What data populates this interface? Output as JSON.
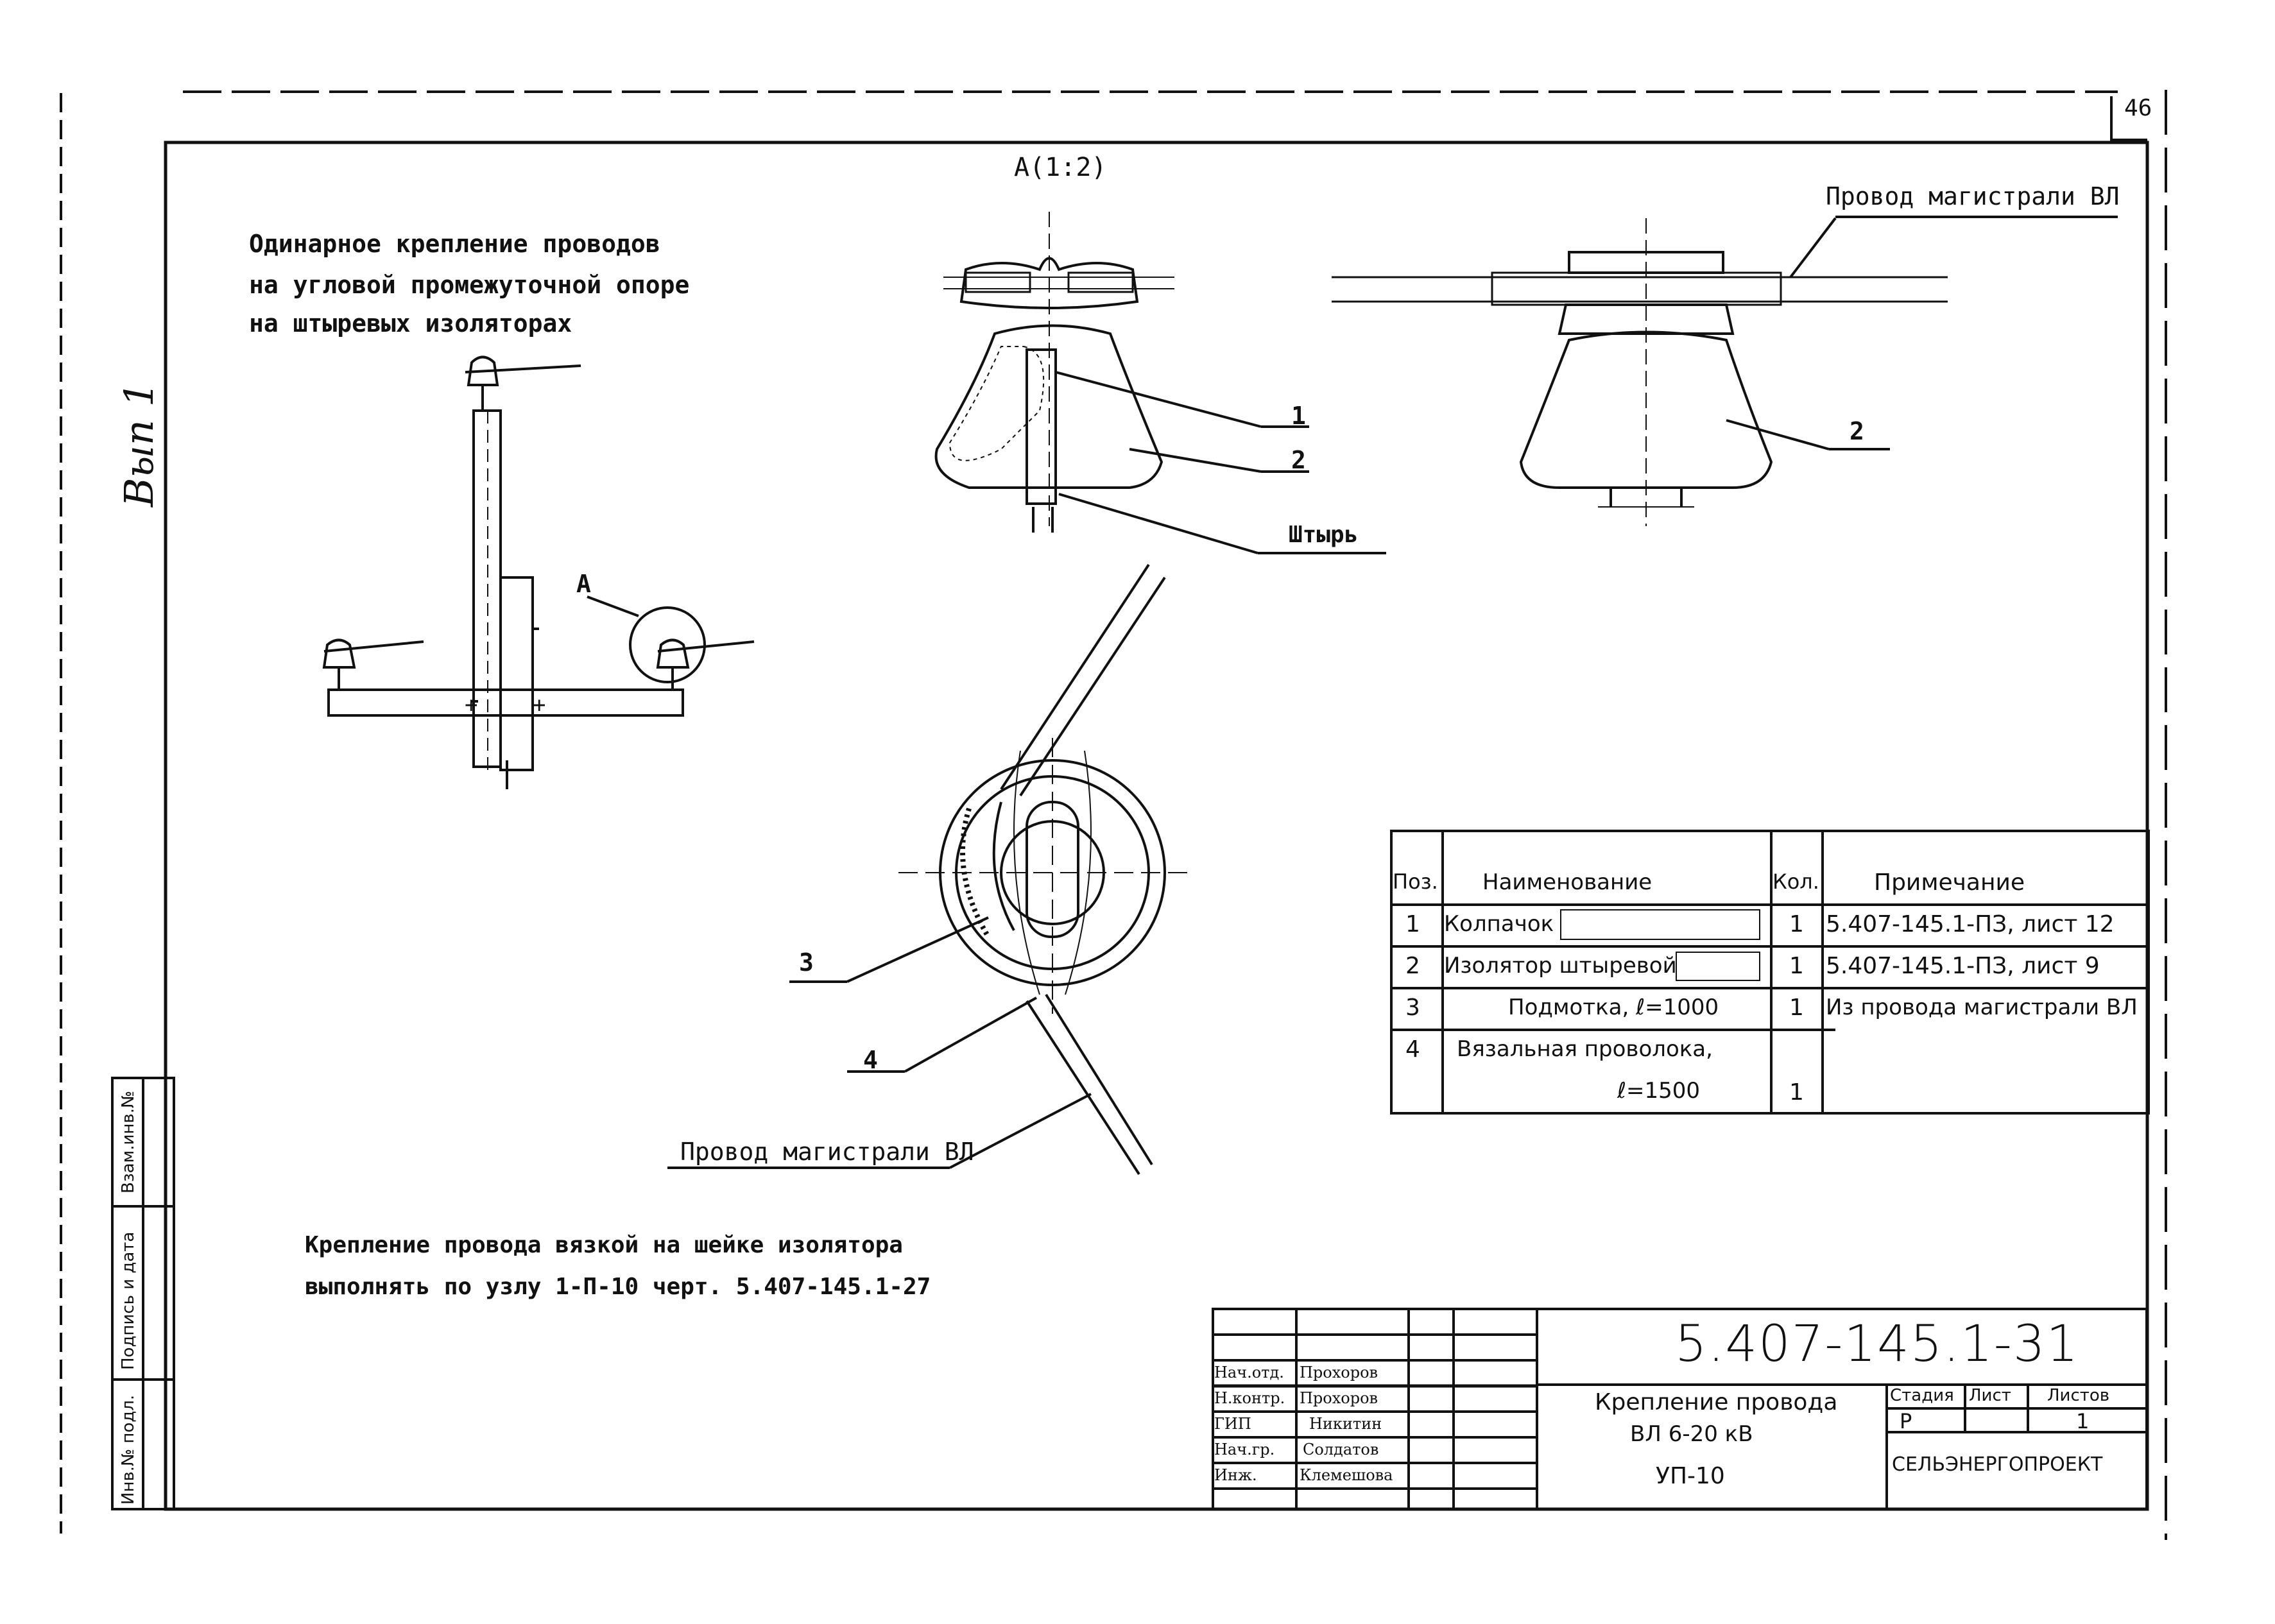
{
  "page_number": "46",
  "side_label": "Вып 1",
  "view_label": "А(1:2)",
  "callout_a": "А",
  "title_note": [
    "Одинарное крепление проводов",
    "на угловой промежуточной опоре",
    "на штыревых изоляторах"
  ],
  "labels": {
    "wire_top": "Провод магистрали ВЛ",
    "wire_bottom": "Провод магистрали ВЛ",
    "pin": "Штырь",
    "pos1": "1",
    "pos2a": "2",
    "pos2b": "2",
    "pos3": "3",
    "pos4": "4"
  },
  "spec_table": {
    "headers": [
      "Поз.",
      "Наименование",
      "Кол.",
      "Примечание"
    ],
    "rows": [
      {
        "pos": "1",
        "name": "Колпачок",
        "qty": "1",
        "note": "5.407-145.1-ПЗ, лист 12"
      },
      {
        "pos": "2",
        "name": "Изолятор штыревой",
        "qty": "1",
        "note": "5.407-145.1-ПЗ, лист 9"
      },
      {
        "pos": "3",
        "name": "Подмотка, ℓ=1000",
        "qty": "1",
        "note": "Из провода магистрали ВЛ"
      },
      {
        "pos": "4",
        "name": "Вязальная проволока,",
        "name2": "ℓ=1500",
        "qty": "1",
        "note": ""
      }
    ]
  },
  "bottom_note": [
    "Крепление провода вязкой на шейке изолятора",
    "выполнять по узлу 1-П-10 черт. 5.407-145.1-27"
  ],
  "left_margin": [
    "Взам.инв.№",
    "Подпись и дата",
    "Инв.№ подл."
  ],
  "title_block": {
    "doc_code": "5.407-145.1-31",
    "title_line1": "Крепление провода",
    "title_line2": "ВЛ 6-20 кВ",
    "title_line3": "УП-10",
    "stage_header": "Стадия",
    "sheet_header": "Лист",
    "sheets_header": "Листов",
    "stage": "Р",
    "sheets": "1",
    "org": "СЕЛЬЭНЕРГОПРОЕКТ",
    "roles": [
      {
        "role": "Нач.отд.",
        "name": "Прохоров"
      },
      {
        "role": "Н.контр.",
        "name": "Прохоров"
      },
      {
        "role": "ГИП",
        "name": "Никитин"
      },
      {
        "role": "Нач.гр.",
        "name": "Солдатов"
      },
      {
        "role": "Инж.",
        "name": "Клемешова"
      }
    ]
  }
}
